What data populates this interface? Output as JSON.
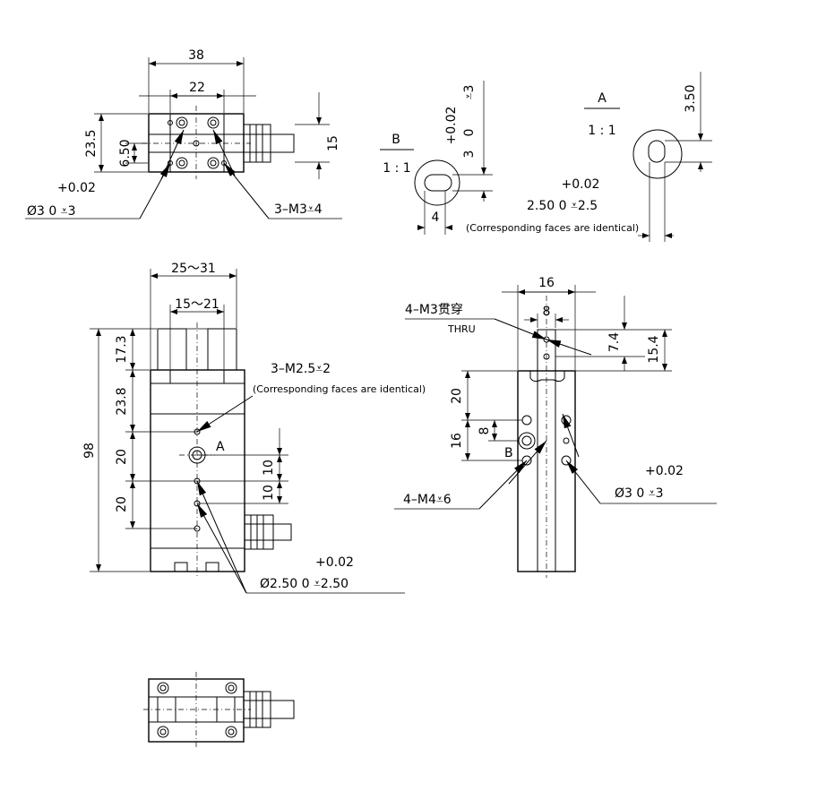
{
  "top_view": {
    "dim_width": "38",
    "dim_inner": "22",
    "dim_height": "23.5",
    "dim_hole_pitch": "6.50",
    "dim_right": "15",
    "pin_tol": "+0.02",
    "pin_callout": "Ø3   0   ⩡3",
    "thread_callout": "3–M3⩡4"
  },
  "detail_b": {
    "label": "B",
    "scale": "1 : 1",
    "dim_width": "4",
    "tol_plus": "+0.02",
    "tol_zero": "0",
    "dim_slot": "3",
    "depth": "⩡3"
  },
  "detail_a": {
    "label": "A",
    "scale": "1 : 1",
    "dim_height": "3.50",
    "tol": "+0.02",
    "slot_callout": "2.50   0   ⩡2.5",
    "note": "(Corresponding faces are identical)"
  },
  "front_view": {
    "dim_stroke_outer": "25～31",
    "dim_stroke_inner": "15～21",
    "dim_total": "98",
    "dim_top": "17.3",
    "dim_upper": "23.8",
    "dim_mid": "20",
    "dim_low": "20",
    "dim_r1": "10",
    "dim_r2": "10",
    "thread_callout": "3–M2.5⩡2",
    "note": "(Corresponding faces are identical)",
    "label_a": "A",
    "pin_tol": "+0.02",
    "pin_callout": "Ø2.50   0   ⩡2.50"
  },
  "side_view": {
    "dim_width": "16",
    "dim_inner": "8",
    "dim_r1": "7.4",
    "dim_r2": "15.4",
    "dim_l1": "20",
    "dim_l2": "16",
    "dim_l3": "8",
    "thread_top": "4–M3贯穿",
    "thread_top_en": "THRU",
    "thread_side": "4–M4⩡6",
    "label_b": "B",
    "pin_tol": "+0.02",
    "pin_callout": "Ø3   0   ⩡3"
  }
}
